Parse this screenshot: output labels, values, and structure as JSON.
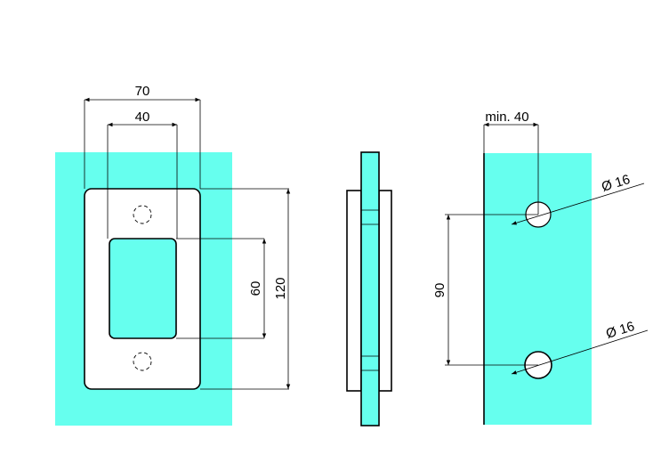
{
  "colors": {
    "glass": "#66FFEE",
    "line": "#000000",
    "background": "#FFFFFF",
    "hole_fill": "#FFFFFF"
  },
  "front_view": {
    "plate_width": "70",
    "cutout_width": "40",
    "cutout_height": "60",
    "plate_height": "120"
  },
  "glass_view": {
    "edge_distance": "min. 40",
    "hole_spacing": "90",
    "hole_diameter_top": "Ø 16",
    "hole_diameter_bottom": "Ø 16"
  }
}
